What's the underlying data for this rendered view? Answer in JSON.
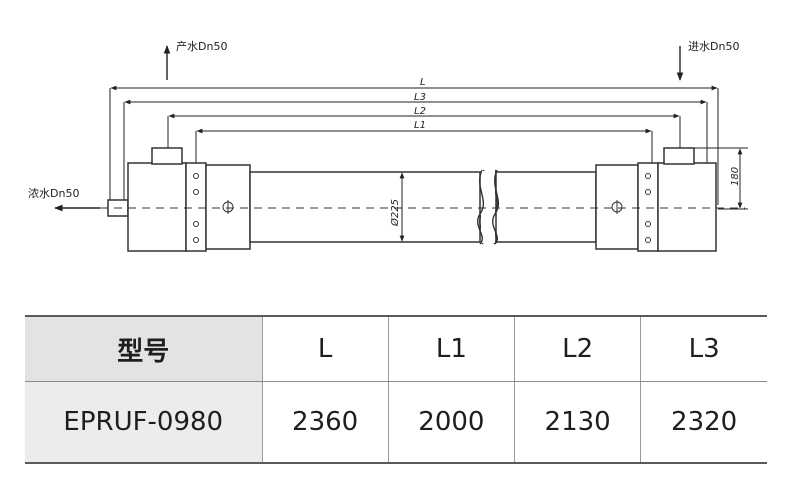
{
  "diagram": {
    "labels": {
      "product_water": "产水Dn50",
      "inlet_water": "进水Dn50",
      "concentrate_water": "浓水Dn50"
    },
    "dimensions": {
      "L": "L",
      "L3": "L3",
      "L2": "L2",
      "L1": "L1",
      "diameter": "Ø225",
      "height": "180"
    }
  },
  "table": {
    "headers": [
      "型号",
      "L",
      "L1",
      "L2",
      "L3"
    ],
    "rows": [
      [
        "EPRUF-0980",
        "2360",
        "2000",
        "2130",
        "2320"
      ]
    ]
  }
}
